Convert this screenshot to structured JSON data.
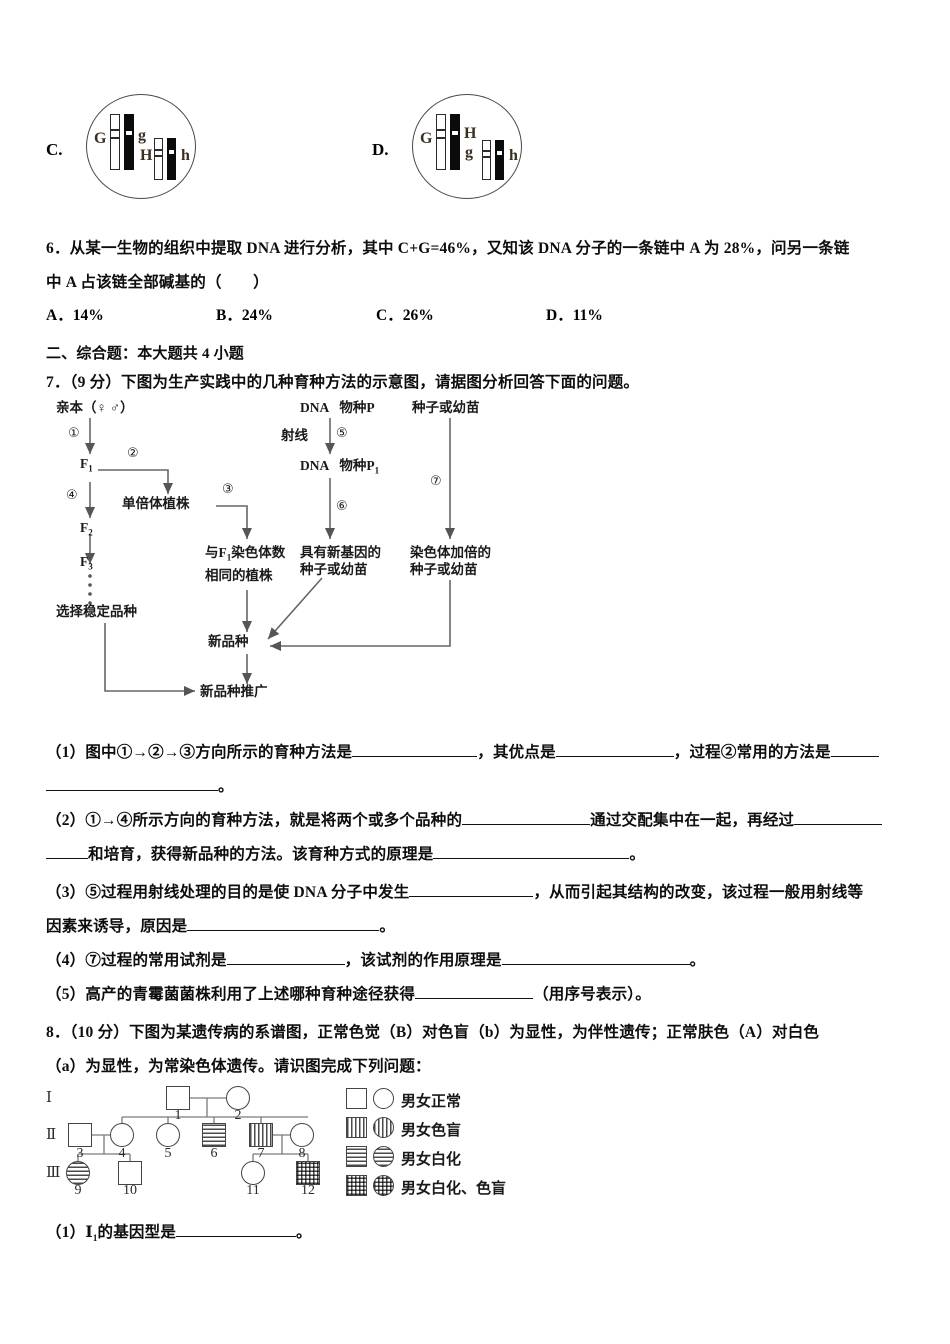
{
  "mc_figures": {
    "option_c": {
      "label": "C.",
      "gene_labels": [
        "G",
        "g",
        "H",
        "h"
      ]
    },
    "option_d": {
      "label": "D.",
      "gene_labels": [
        "G",
        "H",
        "g",
        "h"
      ]
    }
  },
  "question6": {
    "line1": "6．从某一生物的组织中提取 DNA 进行分析，其中 C+G=46%，又知该 DNA 分子的一条链中 A 为 28%，问另一条链",
    "line2": "中 A 占该链全部碱基的（　　）",
    "options": [
      {
        "key": "A．",
        "value": "14%"
      },
      {
        "key": "B．",
        "value": "24%"
      },
      {
        "key": "C．",
        "value": "26%"
      },
      {
        "key": "D．",
        "value": "11%"
      }
    ]
  },
  "section2": {
    "heading": "二、综合题：本大题共 4 小题"
  },
  "question7": {
    "stem": "7．（9 分）下图为生产实践中的几种育种方法的示意图，请据图分析回答下面的问题。",
    "diagram": {
      "nodes": [
        {
          "id": "parent",
          "text": "亲本（♀ ♂）"
        },
        {
          "id": "f1",
          "text": "F₁"
        },
        {
          "id": "f2",
          "text": "F₂"
        },
        {
          "id": "f3",
          "text": "F₃"
        },
        {
          "id": "dots",
          "text": "⋮"
        },
        {
          "id": "stable",
          "text": "选择稳定品种"
        },
        {
          "id": "haploid",
          "text": "单倍体植株"
        },
        {
          "id": "same_chrom",
          "text": "与F₁染色体数\n相同的植株"
        },
        {
          "id": "dna_p",
          "text": "DNA　物种P"
        },
        {
          "id": "rays",
          "text": "射线"
        },
        {
          "id": "dna_p1",
          "text": "DNA　物种P₁"
        },
        {
          "id": "new_gene_seed",
          "text": "具有新基因的\n种子或幼苗"
        },
        {
          "id": "seed_or_seedling",
          "text": "种子或幼苗"
        },
        {
          "id": "doubled_seed",
          "text": "染色体加倍的\n种子或幼苗"
        },
        {
          "id": "new_variety",
          "text": "新品种"
        },
        {
          "id": "promotion",
          "text": "新品种推广"
        }
      ],
      "step_numbers": [
        "①",
        "②",
        "③",
        "④",
        "⑤",
        "⑥",
        "⑦"
      ]
    },
    "sub_questions": [
      "（1）图中①→②→③方向所示的育种方法是",
      "，其优点是",
      "，过程②常用的方法是",
      "。",
      "（2）①→④所示方向的育种方法，就是将两个或多个品种的",
      "通过交配集中在一起，再经过",
      "和培育，获得新品种的方法。该育种方式的原理是",
      "。",
      "（3）⑤过程用射线处理的目的是使 DNA 分子中发生",
      "，从而引起其结构的改变，该过程一般用射线等",
      "因素来诱导，原因是",
      "。",
      "（4）⑦过程的常用试剂是",
      "，该试剂的作用原理是",
      "。",
      "（5）高产的青霉菌菌株利用了上述哪种育种途径获得",
      "（用序号表示）。"
    ]
  },
  "question8": {
    "line1": "8．（10 分）下图为某遗传病的系谱图，正常色觉（B）对色盲（b）为显性，为伴性遗传；正常肤色（A）对白色",
    "line2": "（a）为显性，为常染色体遗传。请识图完成下列问题：",
    "pedigree": {
      "generation_labels": [
        "Ⅰ",
        "Ⅱ",
        "Ⅲ"
      ],
      "individuals": [
        {
          "num": "1",
          "sex": "male",
          "pattern": "normal",
          "gen": 1
        },
        {
          "num": "2",
          "sex": "female",
          "pattern": "normal",
          "gen": 1
        },
        {
          "num": "3",
          "sex": "male",
          "pattern": "normal",
          "gen": 2
        },
        {
          "num": "4",
          "sex": "female",
          "pattern": "normal",
          "gen": 2
        },
        {
          "num": "5",
          "sex": "female",
          "pattern": "normal",
          "gen": 2
        },
        {
          "num": "6",
          "sex": "male",
          "pattern": "horizontal",
          "gen": 2
        },
        {
          "num": "7",
          "sex": "male",
          "pattern": "vertical",
          "gen": 2
        },
        {
          "num": "8",
          "sex": "female",
          "pattern": "normal",
          "gen": 2
        },
        {
          "num": "9",
          "sex": "female",
          "pattern": "horizontal",
          "gen": 3
        },
        {
          "num": "10",
          "sex": "male",
          "pattern": "normal",
          "gen": 3
        },
        {
          "num": "11",
          "sex": "female",
          "pattern": "normal",
          "gen": 3
        },
        {
          "num": "12",
          "sex": "male",
          "pattern": "grid",
          "gen": 3
        }
      ],
      "legend": [
        {
          "pattern": "normal",
          "text": "男女正常"
        },
        {
          "pattern": "vertical",
          "text": "男女色盲"
        },
        {
          "pattern": "horizontal",
          "text": "男女白化"
        },
        {
          "pattern": "grid",
          "text": "男女白化、色盲"
        }
      ]
    },
    "sub_questions": [
      "（1）Ⅰ₁的基因型是",
      "。"
    ]
  }
}
